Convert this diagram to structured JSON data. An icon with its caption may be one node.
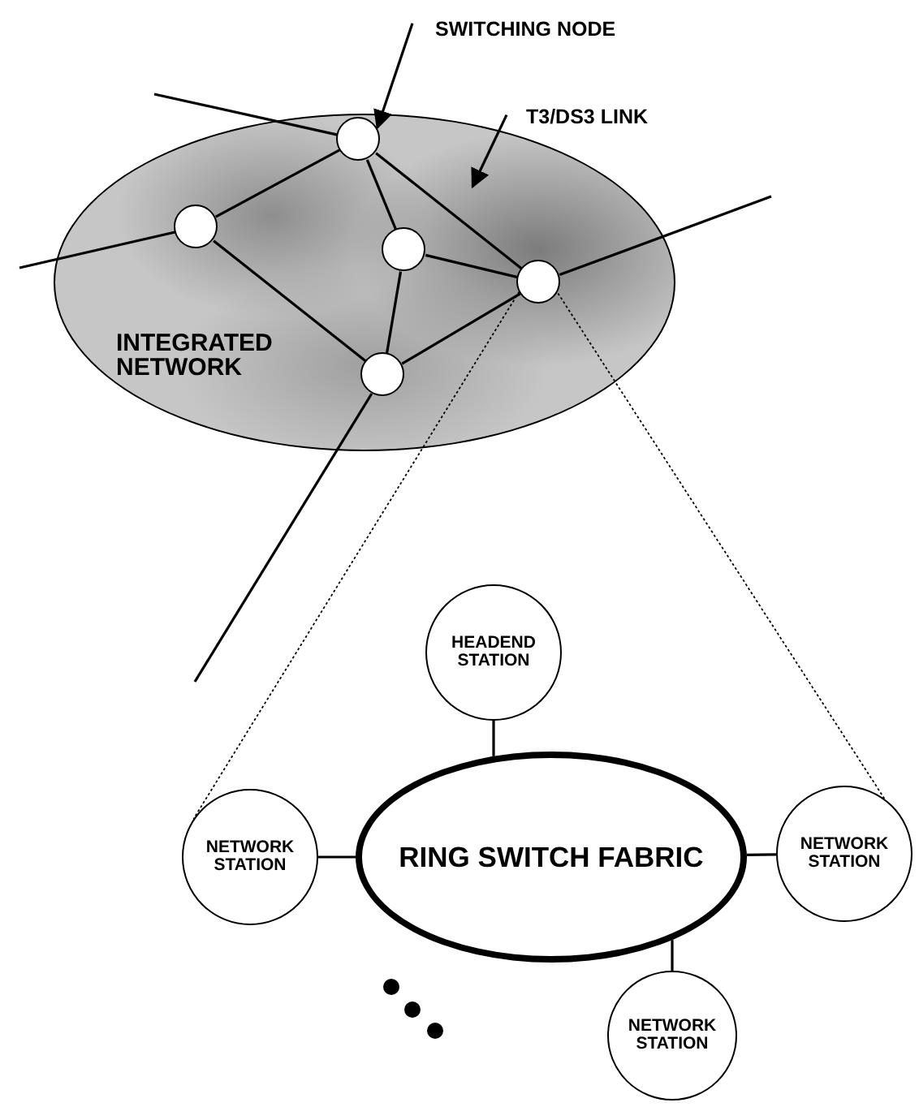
{
  "diagram": {
    "nodes": [
      {
        "text": [
          "INTEGRATED NETWORK"
        ]
      },
      {
        "text": [],
        "shape": "circle",
        "in": 0
      },
      {
        "text": [],
        "shape": "circle",
        "in": 0
      },
      {
        "text": [],
        "shape": "circle",
        "in": 0
      },
      {
        "text": [],
        "shape": "circle",
        "in": 0
      },
      {
        "text": [],
        "shape": "circle",
        "in": 0
      },
      {
        "text": [
          "SWITCHING NODE"
        ]
      },
      {
        "text": [
          "T3/DS3 LINK"
        ]
      },
      {
        "text": [
          "RING SWITCH FABRIC"
        ]
      },
      {
        "text": [
          "HEADEND STATION"
        ]
      },
      {
        "text": [
          "NETWORK STATION"
        ]
      },
      {
        "text": [
          "NETWORK STATION"
        ]
      },
      {
        "text": [
          "NETWORK STATION"
        ]
      }
    ],
    "edges": [
      {
        "from": 1,
        "to": 2,
        "arrow": "none"
      },
      {
        "from": 1,
        "to": 3,
        "arrow": "none"
      },
      {
        "from": 1,
        "to": 4,
        "arrow": "none"
      },
      {
        "from": 2,
        "to": 5,
        "arrow": "none"
      },
      {
        "from": 3,
        "to": 5,
        "arrow": "none"
      },
      {
        "from": 3,
        "to": 4,
        "arrow": "none"
      },
      {
        "from": 5,
        "to": 4,
        "arrow": "none"
      },
      {
        "from": null,
        "to": 1,
        "arrow": "none"
      },
      {
        "from": null,
        "to": 2,
        "arrow": "none"
      },
      {
        "from": 4,
        "to": null,
        "arrow": "none"
      },
      {
        "from": 5,
        "to": null,
        "arrow": "none"
      },
      {
        "from": 6,
        "to": 1,
        "arrow": "to"
      },
      {
        "from": 7,
        "to": null,
        "arrow": "to"
      },
      {
        "from": 4,
        "to": 10,
        "arrow": "none",
        "style": "dashed"
      },
      {
        "from": 4,
        "to": 11,
        "arrow": "none",
        "style": "dashed"
      },
      {
        "from": 9,
        "to": 8,
        "arrow": "none"
      },
      {
        "from": 10,
        "to": 8,
        "arrow": "none"
      },
      {
        "from": 8,
        "to": 11,
        "arrow": "none"
      },
      {
        "from": 8,
        "to": 12,
        "arrow": "none"
      }
    ]
  }
}
